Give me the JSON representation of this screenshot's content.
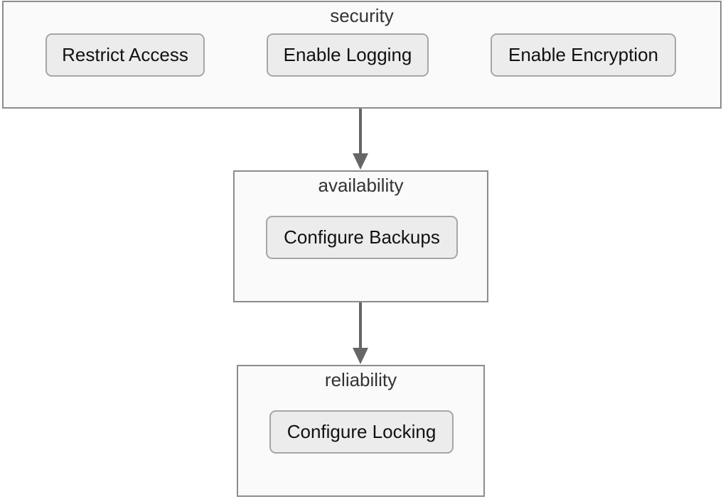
{
  "clusters": {
    "security": {
      "title": "security",
      "nodes": [
        "Restrict Access",
        "Enable Logging",
        "Enable Encryption"
      ]
    },
    "availability": {
      "title": "availability",
      "nodes": [
        "Configure Backups"
      ]
    },
    "reliability": {
      "title": "reliability",
      "nodes": [
        "Configure Locking"
      ]
    }
  },
  "edges": [
    {
      "from": "security",
      "to": "availability"
    },
    {
      "from": "availability",
      "to": "reliability"
    }
  ],
  "colors": {
    "cluster_fill": "#fafafa",
    "cluster_border": "#8c8c8c",
    "node_fill": "#ececec",
    "node_border": "#a6a6a6",
    "edge": "#666666"
  }
}
